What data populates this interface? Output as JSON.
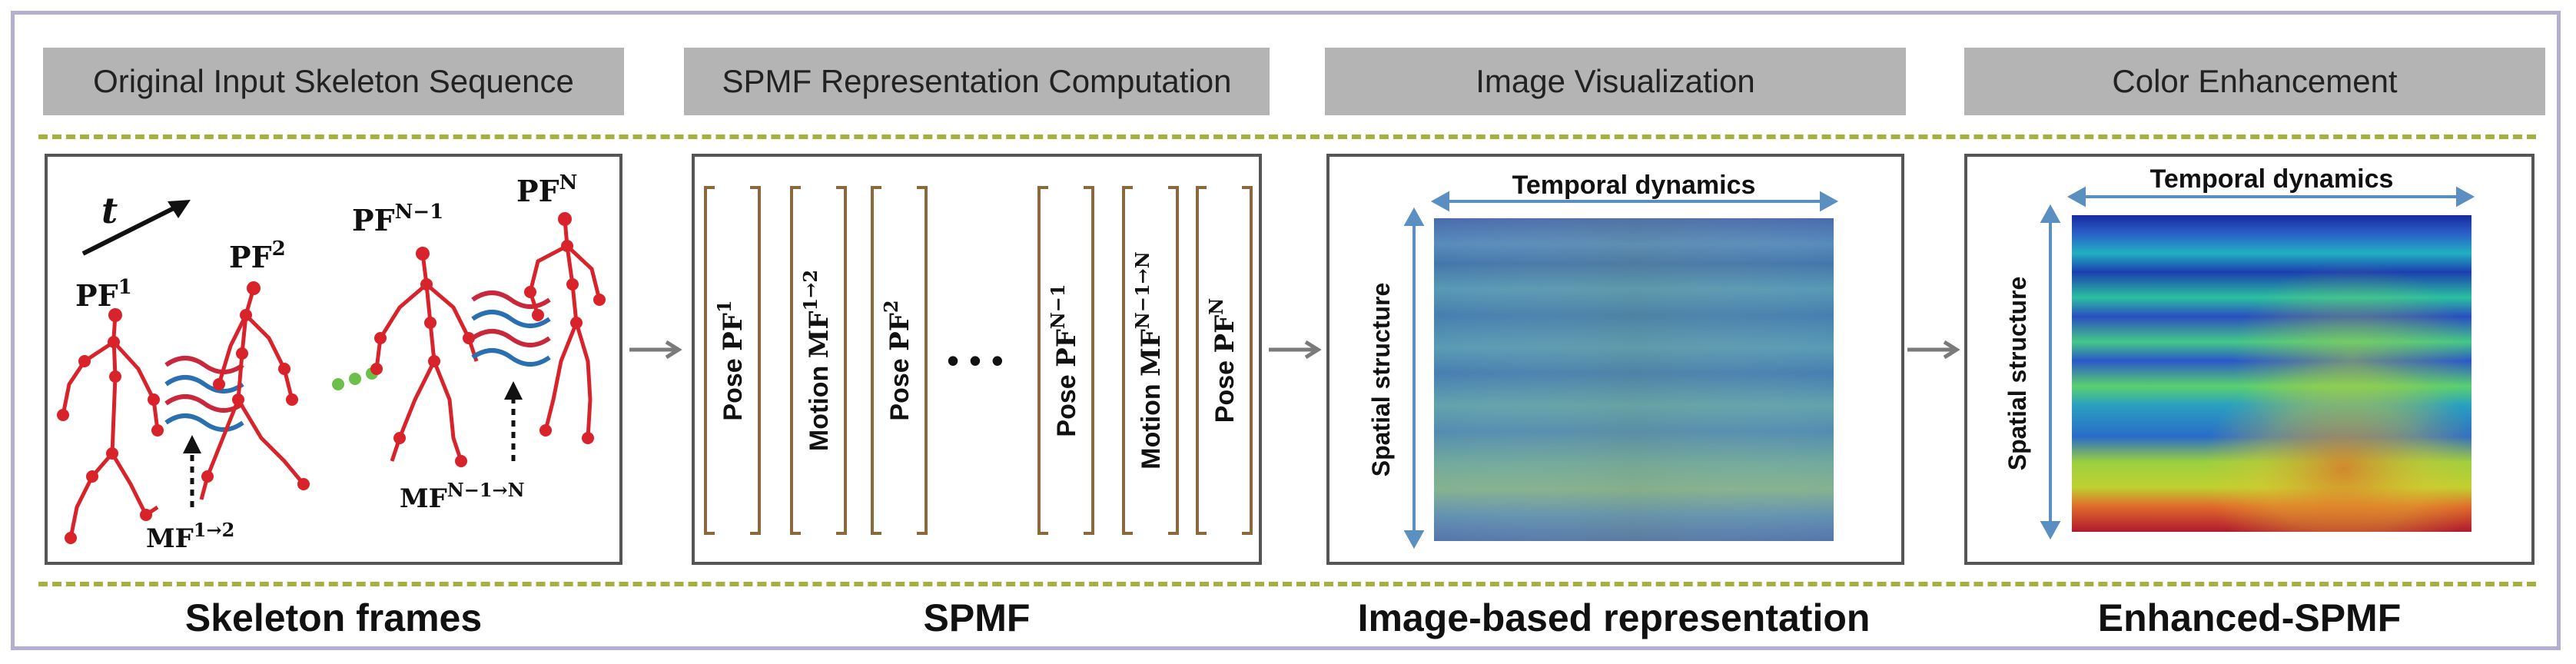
{
  "stages": [
    {
      "header": "Original Input Skeleton Sequence",
      "caption": "Skeleton frames"
    },
    {
      "header": "SPMF Representation Computation",
      "caption": "SPMF"
    },
    {
      "header": "Image Visualization",
      "caption": "Image-based representation"
    },
    {
      "header": "Color Enhancement",
      "caption": "Enhanced-SPMF"
    }
  ],
  "skeleton_panel": {
    "time_symbol": "t",
    "pf_first": "PF",
    "pf_first_sup": "1",
    "pf_second": "PF",
    "pf_second_sup": "2",
    "pf_prev": "PF",
    "pf_prev_sup": "N−1",
    "pf_last": "PF",
    "pf_last_sup": "N",
    "mf_first": "MF",
    "mf_first_sup": "1→2",
    "mf_last": "MF",
    "mf_last_sup": "N−1→N",
    "skeleton_color": "#d8232a",
    "wave_red": "#c8283c",
    "wave_blue": "#2a6fb0",
    "dots_color": "#6cc04a"
  },
  "spmf_panel": {
    "blocks": [
      {
        "prefix": "Pose ",
        "base": "PF",
        "sup": "1"
      },
      {
        "prefix": "Motion ",
        "base": "MF",
        "sup": "1→2"
      },
      {
        "prefix": "Pose ",
        "base": "PF",
        "sup": "2"
      },
      {
        "prefix": "Pose ",
        "base": "PF",
        "sup": "N−1"
      },
      {
        "prefix": "Motion ",
        "base": "MF",
        "sup": "N−1→N"
      },
      {
        "prefix": "Pose ",
        "base": "PF",
        "sup": "N"
      }
    ],
    "ellipsis": "• • •",
    "bracket_color": "#8a6a3a"
  },
  "image_panel": {
    "temporal_label": "Temporal dynamics",
    "spatial_label": "Spatial structure",
    "axis_color": "#5b8fc2"
  },
  "enhanced_panel": {
    "temporal_label": "Temporal dynamics",
    "spatial_label": "Spatial structure",
    "axis_color": "#5b8fc2"
  },
  "colors": {
    "header_bg": "#b4b4b4",
    "dash_line": "#a6b13c",
    "frame_border": "#b3b0cf",
    "arrow": "#7a7a7a"
  }
}
